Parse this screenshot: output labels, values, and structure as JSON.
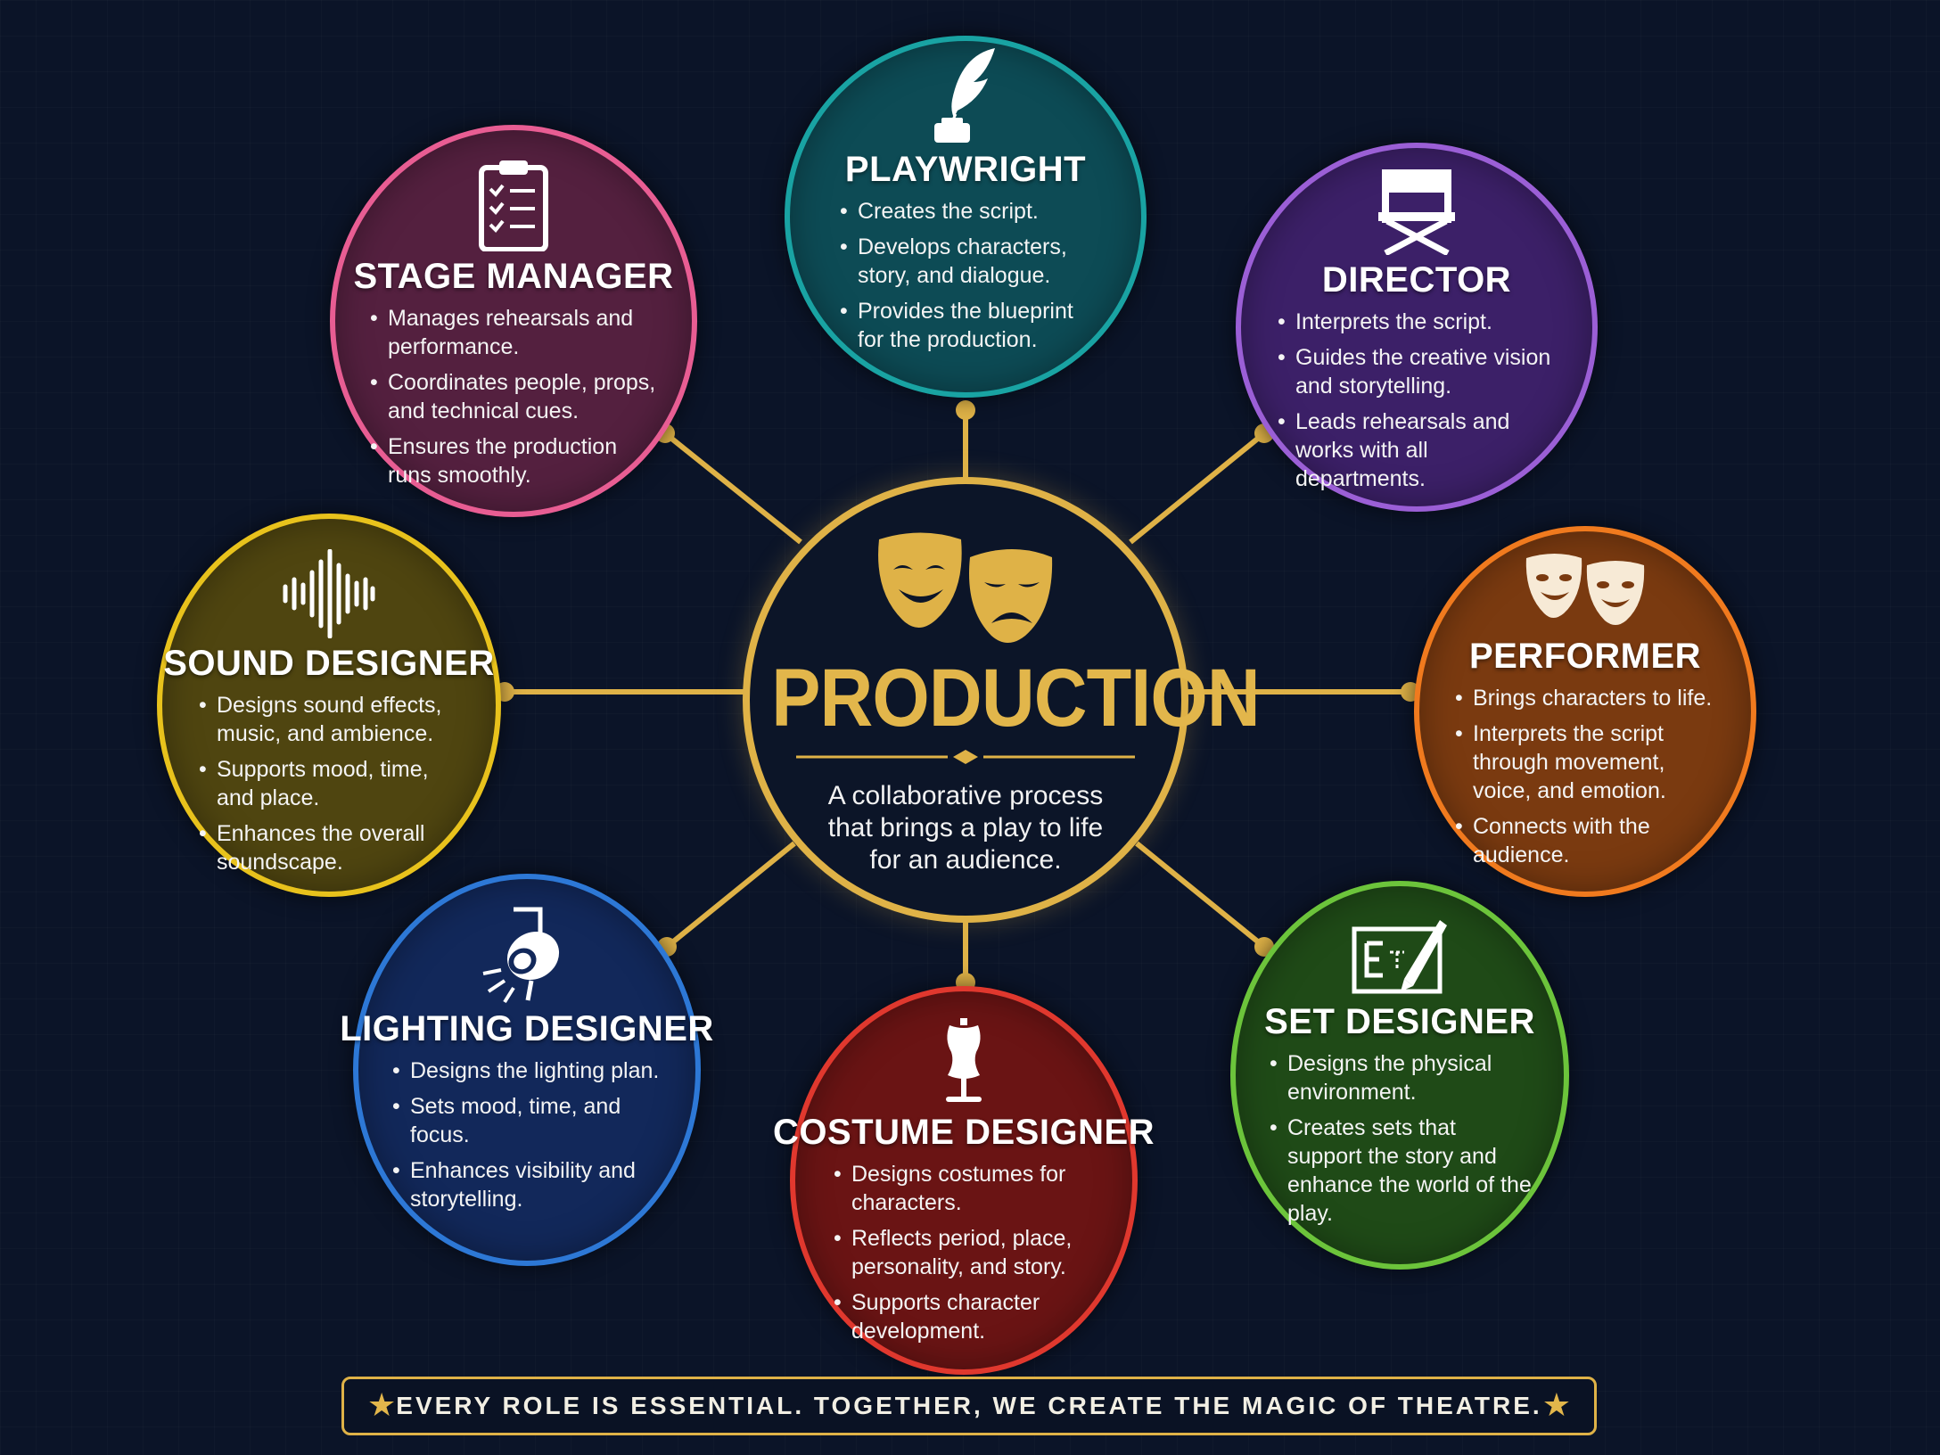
{
  "center": {
    "title": "PRODUCTION",
    "description": "A collaborative process that brings a play to life for an audience.",
    "icon": "theatre-masks-icon",
    "color": "#dfb247"
  },
  "roles": [
    {
      "id": "playwright",
      "title": "PLAYWRIGHT",
      "icon": "quill-ink-icon",
      "color": "#19a3a3",
      "fill": "#0d4b55",
      "bullets": [
        "Creates the script.",
        "Develops characters, story, and dialogue.",
        "Provides the blueprint for the production."
      ]
    },
    {
      "id": "director",
      "title": "DIRECTOR",
      "icon": "director-chair-icon",
      "color": "#9b5fd6",
      "fill": "#3c2068",
      "bullets": [
        "Interprets the script.",
        "Guides the creative vision and storytelling.",
        "Leads rehearsals and works with all departments."
      ]
    },
    {
      "id": "performer",
      "title": "PERFORMER",
      "icon": "masks-icon",
      "color": "#f07a1e",
      "fill": "#7a3a10",
      "bullets": [
        "Brings characters to life.",
        "Interprets the script through movement, voice, and emotion.",
        "Connects with the audience."
      ]
    },
    {
      "id": "set-designer",
      "title": "SET DESIGNER",
      "icon": "blueprint-pencil-icon",
      "color": "#6cc43b",
      "fill": "#1f4a17",
      "bullets": [
        "Designs the physical environment.",
        "Creates sets that support the story and enhance the world of the play."
      ]
    },
    {
      "id": "costume-designer",
      "title": "COSTUME DESIGNER",
      "icon": "dress-form-icon",
      "color": "#e0382e",
      "fill": "#6a1414",
      "bullets": [
        "Designs costumes for characters.",
        "Reflects period, place, personality, and story.",
        "Supports character development."
      ]
    },
    {
      "id": "lighting-designer",
      "title": "LIGHTING DESIGNER",
      "icon": "spotlight-icon",
      "color": "#2d78d6",
      "fill": "#12285a",
      "bullets": [
        "Designs the lighting plan.",
        "Sets mood, time, and focus.",
        "Enhances visibility and storytelling."
      ]
    },
    {
      "id": "sound-designer",
      "title": "SOUND DESIGNER",
      "icon": "sound-wave-icon",
      "color": "#e8c21c",
      "fill": "#4f4510",
      "bullets": [
        "Designs sound effects, music, and ambience.",
        "Supports mood, time, and place.",
        "Enhances the overall soundscape."
      ]
    },
    {
      "id": "stage-manager",
      "title": "STAGE MANAGER",
      "icon": "clipboard-checklist-icon",
      "color": "#e85d93",
      "fill": "#54203f",
      "bullets": [
        "Manages rehearsals and performance.",
        "Coordinates people, props, and technical cues.",
        "Ensures the production runs smoothly."
      ]
    }
  ],
  "banner": {
    "text": "EVERY ROLE IS ESSENTIAL.  TOGETHER, WE CREATE THE MAGIC OF THEATRE.",
    "star_icon": "star-icon"
  }
}
